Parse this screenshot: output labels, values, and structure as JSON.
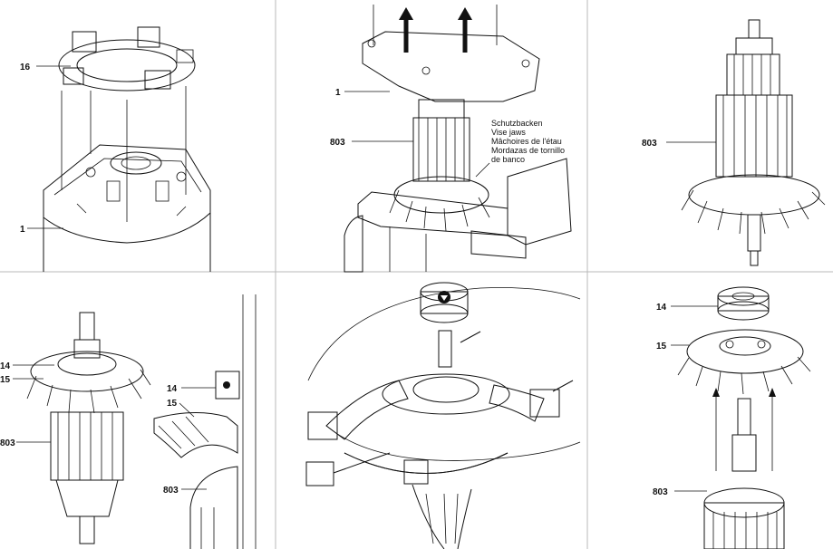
{
  "panels": [
    {
      "id": "p1",
      "callouts": [
        "16",
        "1"
      ]
    },
    {
      "id": "p2",
      "callouts": [
        "1",
        "803"
      ],
      "vise_label_lines": [
        "Schutzbacken",
        "Vise jaws",
        "Mâchoires de l'étau",
        "Mordazas de tornillo",
        "de banco"
      ]
    },
    {
      "id": "p3",
      "callouts": [
        "803"
      ]
    },
    {
      "id": "p4",
      "callouts": [
        "14",
        "15",
        "803",
        "14",
        "15",
        "803"
      ]
    },
    {
      "id": "p5",
      "callouts": []
    },
    {
      "id": "p6",
      "callouts": [
        "14",
        "15",
        "803"
      ]
    }
  ]
}
